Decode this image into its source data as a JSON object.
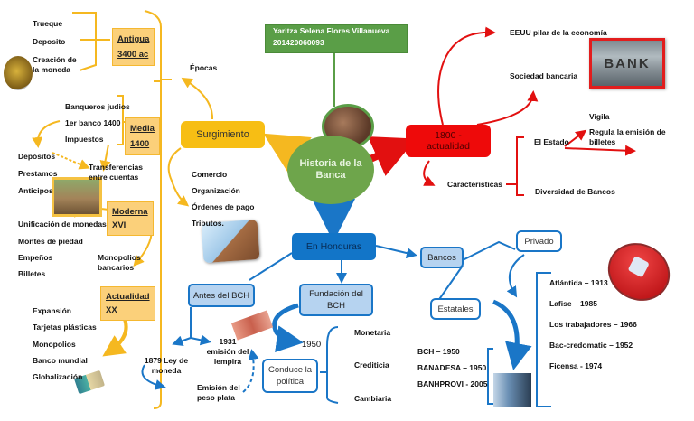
{
  "diagram": {
    "title": "Historia de la Banca",
    "author_box": {
      "name": "Yaritza Selena Flores Villanueva",
      "id": "201420060093"
    },
    "colors": {
      "yellow": "#f7be14",
      "yellow_light": "#fbd07a",
      "red": "#ee0a0a",
      "blue": "#1275c8",
      "blue_light": "#b6d3f0",
      "green": "#6ea54b"
    }
  },
  "surgimiento": {
    "label": "Surgimiento",
    "epocas_label": "Épocas",
    "items": [
      "Comercio",
      "Organización",
      "Órdenes de pago",
      "Tributos."
    ],
    "eras": [
      {
        "name": "Antigua",
        "period": "3400 ac",
        "items": [
          "Trueque",
          "Deposito",
          "Creación de la moneda"
        ]
      },
      {
        "name": "Media",
        "period": "1400",
        "items": [
          "Banqueros judios",
          "1er banco 1400",
          "Impuestos"
        ],
        "sub_items": [
          "Depósitos",
          "Prestamos",
          "Anticipos"
        ],
        "transfer": "Transferencias entre cuentas"
      },
      {
        "name": "Moderna",
        "period": "XVI",
        "items": [
          "Unificación de monedas",
          "Montes de piedad",
          "Empeños",
          "Billetes"
        ],
        "note": "Monopolios bancarios"
      },
      {
        "name": "Actualidad",
        "period": "XX",
        "items": [
          "Expansión",
          "Tarjetas plásticas",
          "Monopolios",
          "Banco mundial",
          "Globalización"
        ]
      }
    ]
  },
  "actualidad": {
    "label": "1800 - actualidad",
    "eeuu": "EEUU pilar de la economía",
    "sociedad": "Sociedad bancaria",
    "bank_sign": "BANK",
    "caracteristicas": "Características",
    "estado": "El Estado",
    "estado_items": [
      "Vigila",
      "Regula la emisión de billetes"
    ],
    "diversidad": "Diversidad de Bancos"
  },
  "honduras": {
    "label": "En Honduras",
    "antes": {
      "label": "Antes del BCH",
      "ley": "1879 Ley de moneda",
      "lempira": "1931 emisión del lempira",
      "peso": "Emisión del peso plata"
    },
    "fundacion": {
      "label": "Fundación del BCH",
      "year": "1950",
      "conduce": "Conduce la política",
      "politicas": [
        "Monetaria",
        "Crediticia",
        "Cambiaria"
      ]
    },
    "bancos": {
      "label": "Bancos",
      "privado": {
        "label": "Privado",
        "items": [
          "Atlántida – 1913",
          "Lafise – 1985",
          "Los trabajadores – 1966",
          "Bac-credomatic – 1952",
          "Ficensa - 1974"
        ]
      },
      "estatales": {
        "label": "Estatales",
        "items": [
          "BCH – 1950",
          "BANADESA – 1950",
          "BANHPROVI - 2005"
        ]
      }
    }
  }
}
